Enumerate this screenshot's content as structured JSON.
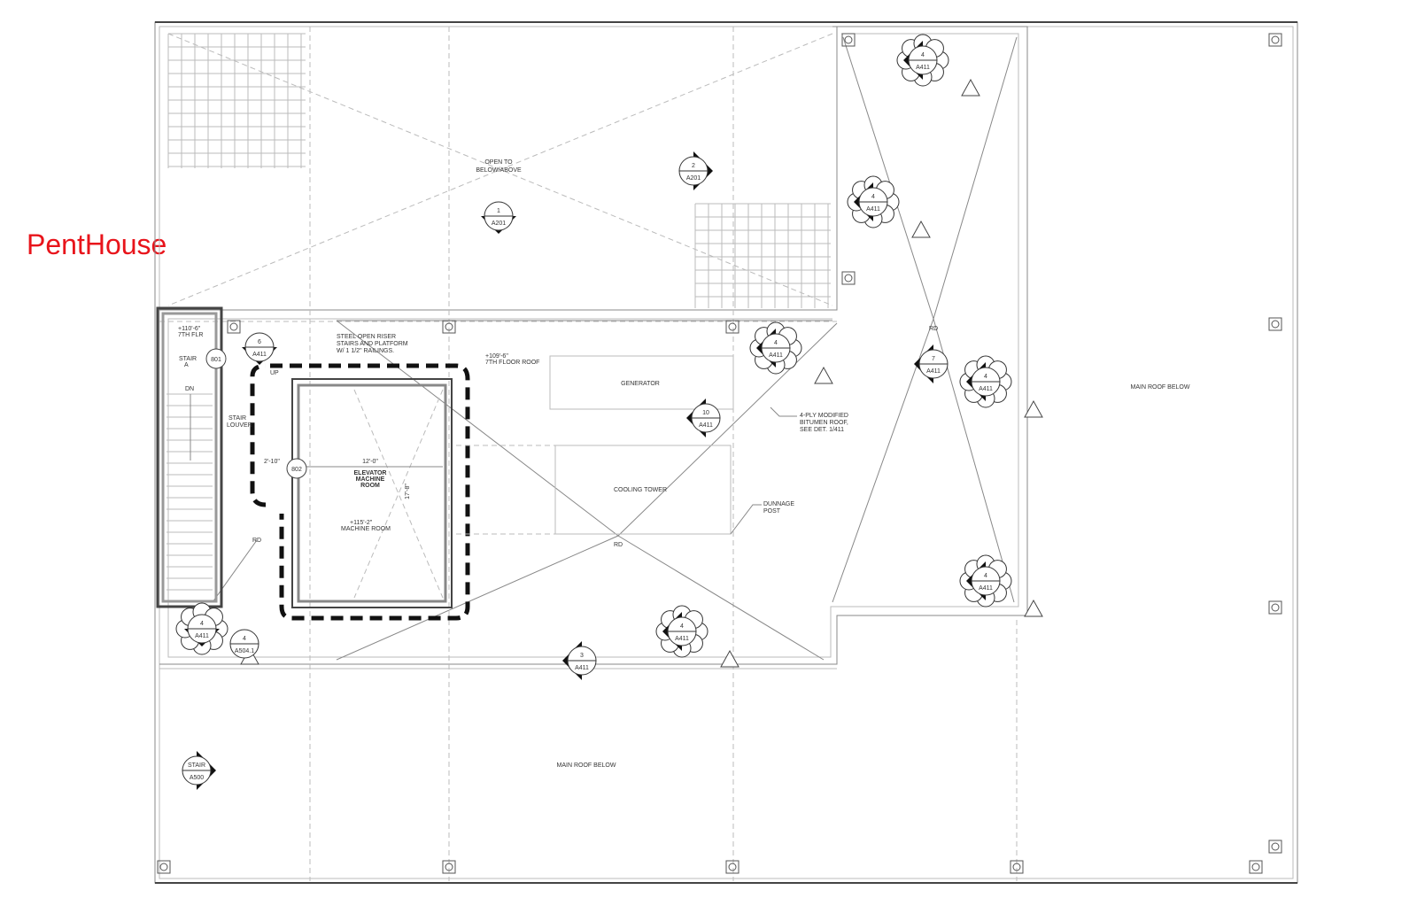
{
  "sheet_label": "PentHouse",
  "rooms": {
    "open_to_below_1": "OPEN TO",
    "open_to_below_2": "BELOW/ABOVE",
    "generator": "GENERATOR",
    "cooling_tower": "COOLING TOWER",
    "elevator_1": "ELEVATOR",
    "elevator_2": "MACHINE",
    "elevator_3": "ROOM",
    "main_roof_right": "MAIN ROOF BELOW",
    "main_roof_bottom": "MAIN ROOF BELOW"
  },
  "dimensions": {
    "width": "12'-0\"",
    "depth": "17'-8\"",
    "small": "2'-10\""
  },
  "elevations": {
    "machine_room_1": "+115'-2\"",
    "machine_room_2": "MACHINE ROOM",
    "floor_roof_1": "+109'-6\"",
    "floor_roof_2": "7TH FLOOR ROOF",
    "flr_1": "+110'-6\"",
    "flr_2": "7TH FLR"
  },
  "notes": {
    "stair_1": "STEEL OPEN RISER",
    "stair_2": "STAIRS AND PLATFORM",
    "stair_3": "W/ 1 1/2\" RAILINGS.",
    "roof_1": "4-PLY MODIFIED",
    "roof_2": "BITUMEN ROOF,",
    "roof_3": "SEE DET. 1/411",
    "dunnage_1": "DUNNAGE",
    "dunnage_2": "POST",
    "louver_1": "STAIR",
    "louver_2": "LOUVER",
    "stair_a_1": "STAIR",
    "stair_a_2": "A",
    "dn": "DN",
    "up": "UP"
  },
  "roof_drains": [
    "RD",
    "RD",
    "RD"
  ],
  "detail_tags": [
    "801",
    "802"
  ],
  "section_markers": [
    {
      "num": "1",
      "sheet": "A201"
    },
    {
      "num": "2",
      "sheet": "A201"
    },
    {
      "num": "4",
      "sheet": "A411"
    },
    {
      "num": "4",
      "sheet": "A411"
    },
    {
      "num": "6",
      "sheet": "A411"
    },
    {
      "num": "4",
      "sheet": "A411"
    },
    {
      "num": "7",
      "sheet": "A411"
    },
    {
      "num": "4",
      "sheet": "A411"
    },
    {
      "num": "10",
      "sheet": "A411"
    },
    {
      "num": "4",
      "sheet": "A411"
    },
    {
      "num": "4",
      "sheet": "A411"
    },
    {
      "num": "4",
      "sheet": "A504.1"
    },
    {
      "num": "3",
      "sheet": "A411"
    },
    {
      "num": "4",
      "sheet": "A411"
    },
    {
      "num": "STAIR",
      "sheet": "A500"
    }
  ],
  "colors": {
    "label": "#e8141b",
    "line": "#888888",
    "heavy": "#111111"
  }
}
